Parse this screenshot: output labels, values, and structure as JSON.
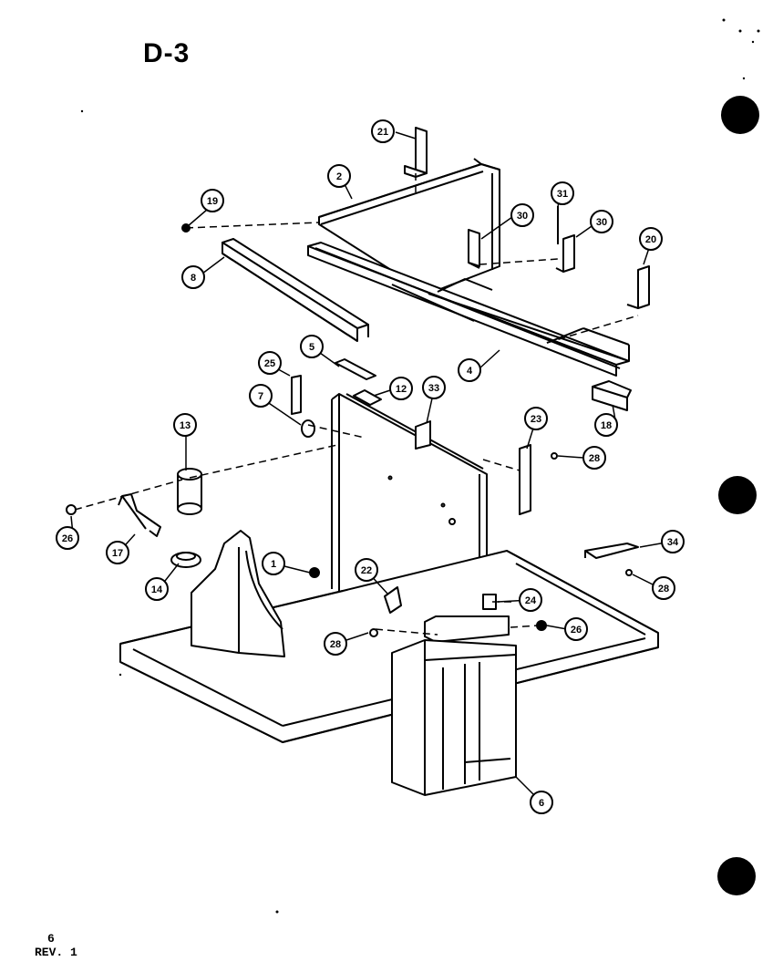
{
  "title": "D-3",
  "footer": {
    "page": "6",
    "rev": "REV. 1"
  },
  "callouts": {
    "c1": "1",
    "c2": "2",
    "c4": "4",
    "c5": "5",
    "c6": "6",
    "c7": "7",
    "c8": "8",
    "c12": "12",
    "c13": "13",
    "c14": "14",
    "c17": "17",
    "c18": "18",
    "c19": "19",
    "c20": "20",
    "c21": "21",
    "c22": "22",
    "c23": "23",
    "c24": "24",
    "c25": "25",
    "c26a": "26",
    "c26b": "26",
    "c28a": "28",
    "c28b": "28",
    "c28c": "28",
    "c30a": "30",
    "c30b": "30",
    "c31": "31",
    "c33": "33",
    "c34": "34"
  }
}
